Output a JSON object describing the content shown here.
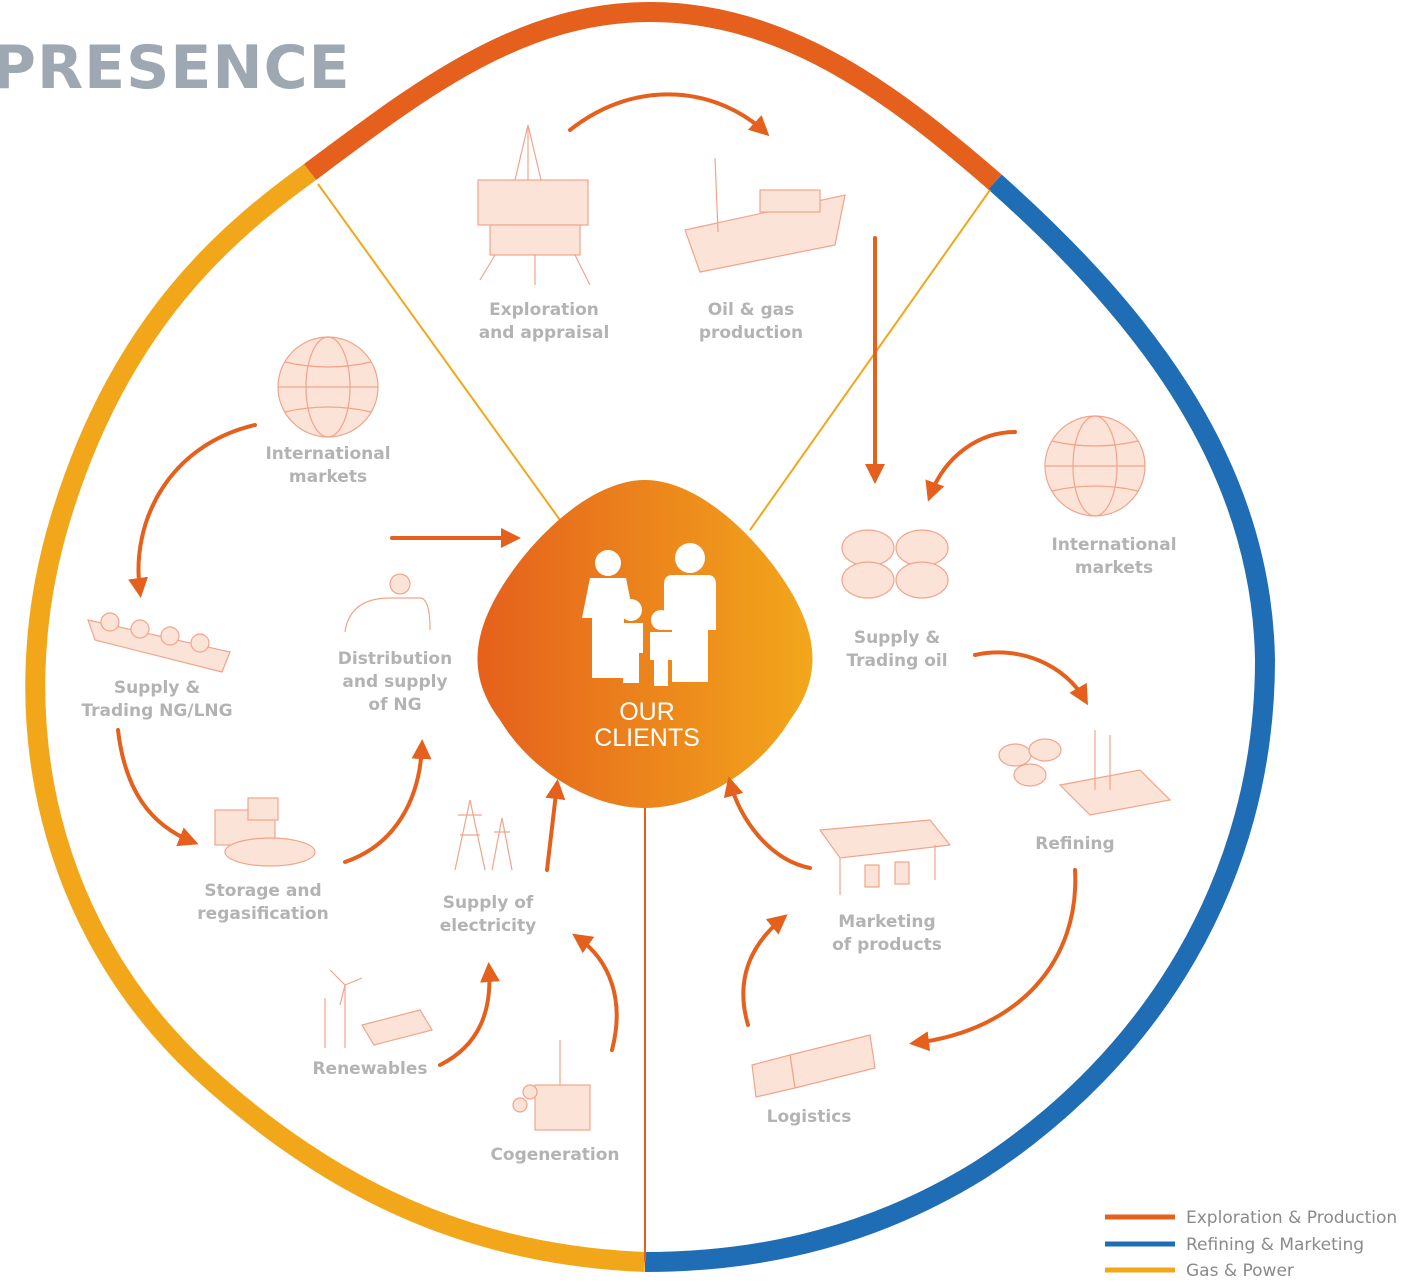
{
  "title": "PRESENCE",
  "center": {
    "line1": "OUR",
    "line2": "CLIENTS"
  },
  "colors": {
    "exploration": "#e5601c",
    "refining": "#1f6db5",
    "gas": "#f2a71b",
    "arrow": "#e5601c",
    "label": "#b3b3b3"
  },
  "stages": {
    "exploration": [
      "Exploration",
      "and appraisal"
    ],
    "oilgas": [
      "Oil & gas",
      "production"
    ],
    "intl_left": [
      "International",
      "markets"
    ],
    "intl_right": [
      "International",
      "markets"
    ],
    "supply_ng": [
      "Supply &",
      "Trading NG/LNG"
    ],
    "distribution": [
      "Distribution",
      "and supply",
      "of NG"
    ],
    "storage": [
      "Storage and",
      "regasification"
    ],
    "electricity": [
      "Supply of",
      "electricity"
    ],
    "renewables": [
      "Renewables"
    ],
    "cogeneration": [
      "Cogeneration"
    ],
    "supply_oil": [
      "Supply &",
      "Trading oil"
    ],
    "refining": [
      "Refining"
    ],
    "marketing": [
      "Marketing",
      "of products"
    ],
    "logistics": [
      "Logistics"
    ]
  },
  "icons": {
    "exploration": "offshore-platform-icon",
    "oilgas": "fpso-ship-icon",
    "intl_left": "globe-icon",
    "intl_right": "globe-icon",
    "supply_ng": "lng-carrier-icon",
    "distribution": "pipeline-icon",
    "storage": "storage-tanks-icon",
    "electricity": "power-tower-icon",
    "renewables": "wind-solar-icon",
    "cogeneration": "cogeneration-plant-icon",
    "supply_oil": "oil-tanks-icon",
    "refining": "refinery-icon",
    "marketing": "fuel-station-icon",
    "logistics": "tanker-truck-icon"
  },
  "legend": [
    {
      "label": "Exploration & Production",
      "color": "#e5601c"
    },
    {
      "label": "Refining & Marketing",
      "color": "#1f6db5"
    },
    {
      "label": "Gas & Power",
      "color": "#f2a71b"
    }
  ]
}
